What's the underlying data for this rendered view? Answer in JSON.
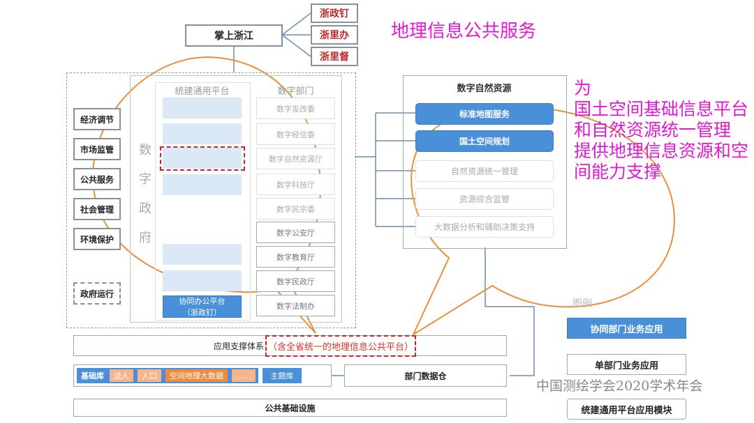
{
  "top": {
    "main": "掌上浙江",
    "apps": [
      "浙政钉",
      "浙里办",
      "浙里督"
    ]
  },
  "left_functions": [
    "经济调节",
    "市场监管",
    "公共服务",
    "社会管理",
    "环境保护",
    "政府运行"
  ],
  "gov": {
    "vertical_label": [
      "数",
      "字",
      "政",
      "府"
    ],
    "platform_title": "统建通用平台",
    "platform_bottom": "协同办公平台",
    "platform_bottom_sub": "（浙政钉）"
  },
  "departments": {
    "title": "数字部门",
    "items": [
      "数字发改委",
      "数字经信委",
      "数字自然资源厅",
      "数字科技厅",
      "数字民宗委",
      "数字公安厅",
      "数字教育厅",
      "数字民政厅",
      "数字法制办"
    ]
  },
  "natural_resources": {
    "title": "数字自然资源",
    "items": [
      "标准地图服务",
      "国土空间规划",
      "自然资源统一管理",
      "资源综合监管",
      "大数据分析和辅助决策支持"
    ]
  },
  "support": {
    "label": "应用支撑体系",
    "highlight": "（含全省统一的地理信息公共平台）"
  },
  "data_layer": {
    "base": "基础库",
    "items": [
      "法人",
      "人口",
      "空间地理大数据",
      "……"
    ],
    "theme": "主题库",
    "warehouse": "部门数据仓"
  },
  "infrastructure": "公共基础设施",
  "legend": {
    "title": "图例",
    "items": [
      "协同部门业务应用",
      "单部门业务应用",
      "统建通用平台应用模块"
    ]
  },
  "callouts": {
    "left": [
      "为",
      "国土空间基础信息平台",
      "和自然资源统一管理",
      "提供地理信息资源和空",
      "间能力支撑"
    ],
    "right": "地理信息公共服务"
  },
  "watermark": "中国测绘学会2020学术年会",
  "colors": {
    "accent_blue": "#4a90d9",
    "callout_text": "#e21ad0",
    "bubble_outline": "#e8903a",
    "highlight_red": "#e0302a"
  }
}
